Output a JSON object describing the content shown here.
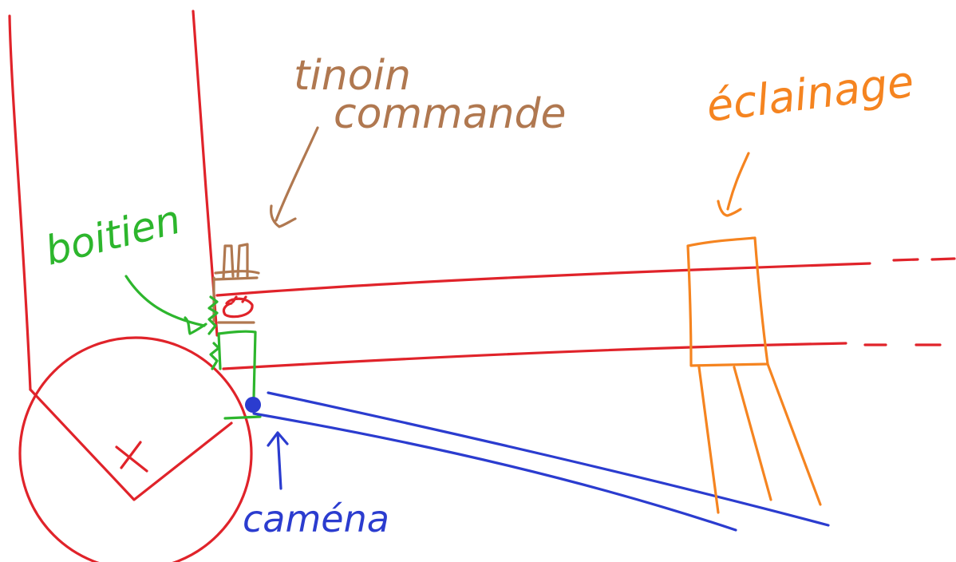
{
  "colors": {
    "structure": "#e0232a",
    "command_light": "#b07850",
    "housing": "#2db62d",
    "camera": "#2b3ccf",
    "lighting": "#f58420",
    "background": "#ffffff"
  },
  "labels": {
    "command_light": [
      "tinoin",
      "commande"
    ],
    "lighting": "éclainage",
    "housing": "boitien",
    "camera": "caména"
  },
  "marks": {
    "cross": "×"
  }
}
